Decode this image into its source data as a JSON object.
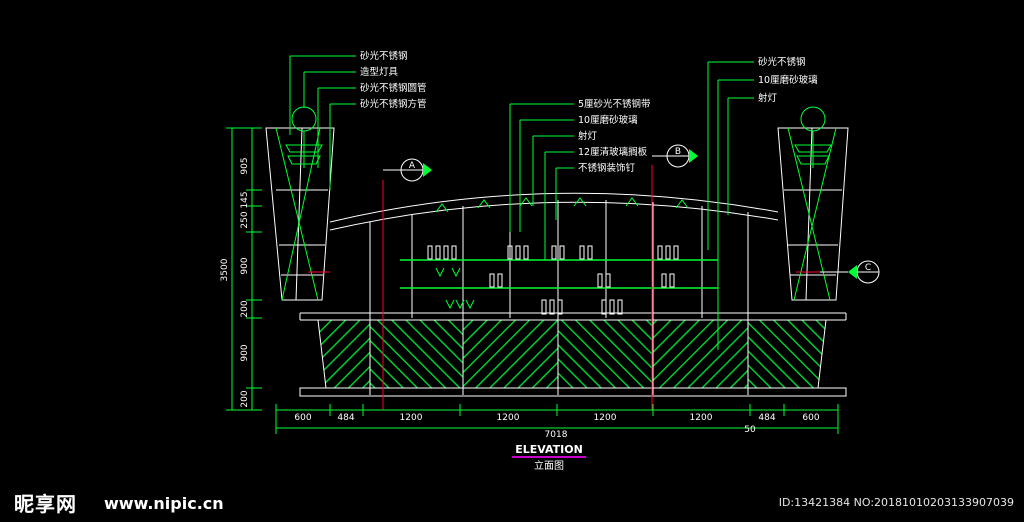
{
  "drawing": {
    "title": "ELEVATION",
    "subtitle": "立面图",
    "dim_total": "7018",
    "dim_extra": "50",
    "bottom_dims": [
      "600",
      "484",
      "1200",
      "1200",
      "1200",
      "1200",
      "484",
      "600"
    ],
    "left_dims": [
      "905",
      "145",
      "250",
      "900",
      "200",
      "900",
      "200"
    ],
    "left_total": "3500",
    "section_markers": [
      "A",
      "B",
      "C"
    ],
    "labels_left": [
      "砂光不锈钢",
      "造型灯具",
      "砂光不锈钢圆管",
      "砂光不锈钢方管"
    ],
    "labels_center": [
      "5厘砂光不锈钢带",
      "10厘磨砂玻璃",
      "射灯",
      "12厘清玻璃搁板",
      "不锈钢装饰钉"
    ],
    "labels_right": [
      "砂光不锈钢",
      "10厘磨砂玻璃",
      "射灯"
    ]
  },
  "watermark": {
    "logo": "昵享网",
    "site": "www.nipic.cn",
    "id": "ID:13421384 NO:20181010203133907039"
  },
  "colors": {
    "line": "#ffffff",
    "annotation": "#00ff33",
    "hatch": "#00cc33",
    "title": "#ffffff",
    "title_underline": "#cc00cc",
    "marker_cut": "#ff0033"
  }
}
